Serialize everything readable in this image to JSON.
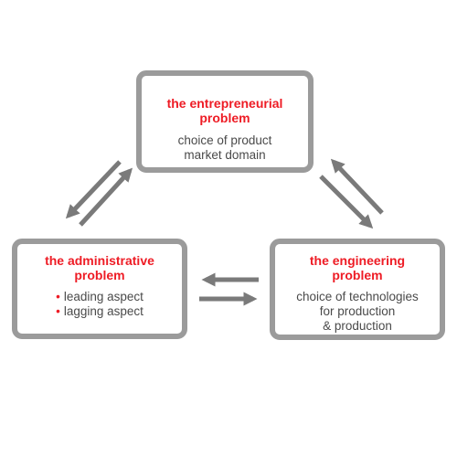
{
  "colors": {
    "title_red": "#ee1c25",
    "box_border": "#9b9b9b",
    "arrow": "#7a7a7a",
    "body_text": "#4a4a4a"
  },
  "boxes": {
    "entrepreneurial": {
      "title_lines": [
        "the entrepreneurial",
        "problem"
      ],
      "body_lines": [
        "choice of product",
        "market domain"
      ]
    },
    "administrative": {
      "title_lines": [
        "the administrative",
        "problem"
      ],
      "bullets": [
        "leading aspect",
        "lagging aspect"
      ]
    },
    "engineering": {
      "title_lines": [
        "the engineering",
        "problem"
      ],
      "body_lines": [
        "choice of technologies",
        "for production",
        "& production"
      ]
    }
  }
}
